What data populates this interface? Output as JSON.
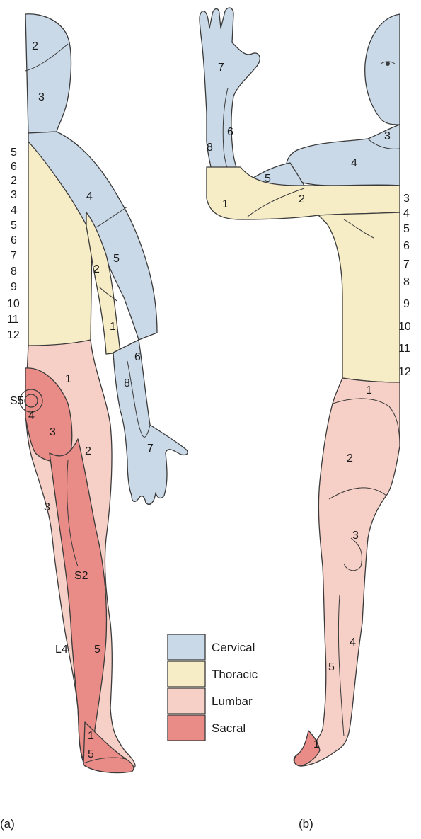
{
  "colors": {
    "cervical": "#c9d9e8",
    "thoracic": "#f6ecc6",
    "lumbar": "#f6cfc6",
    "sacral": "#e98b86",
    "outline": "#3a3a3a"
  },
  "legend": [
    {
      "label": "Cervical",
      "color_key": "cervical"
    },
    {
      "label": "Thoracic",
      "color_key": "thoracic"
    },
    {
      "label": "Lumbar",
      "color_key": "lumbar"
    },
    {
      "label": "Sacral",
      "color_key": "sacral"
    }
  ],
  "captions": {
    "a": "(a)",
    "b": "(b)"
  },
  "figure_a": {
    "head": [
      "2",
      "3"
    ],
    "trunk_left": [
      "5",
      "6",
      "2",
      "3",
      "4",
      "5",
      "6",
      "7",
      "8",
      "9",
      "10",
      "11",
      "12"
    ],
    "shoulder": "4",
    "arm": [
      "5",
      "2",
      "1",
      "6",
      "8",
      "7"
    ],
    "hip": [
      "1",
      "S5",
      "4",
      "3",
      "2"
    ],
    "leg": [
      "3",
      "S2",
      "L4",
      "5",
      "1",
      "5"
    ]
  },
  "figure_b": {
    "hand": [
      "7",
      "6",
      "8"
    ],
    "arm": [
      "5",
      "1",
      "2"
    ],
    "neck_shoulder": [
      "3",
      "4"
    ],
    "trunk_right": [
      "3",
      "4",
      "5",
      "6",
      "7",
      "8",
      "9",
      "10",
      "11",
      "12"
    ],
    "abdomen": "1",
    "leg": [
      "2",
      "3",
      "4",
      "5",
      "1"
    ]
  }
}
